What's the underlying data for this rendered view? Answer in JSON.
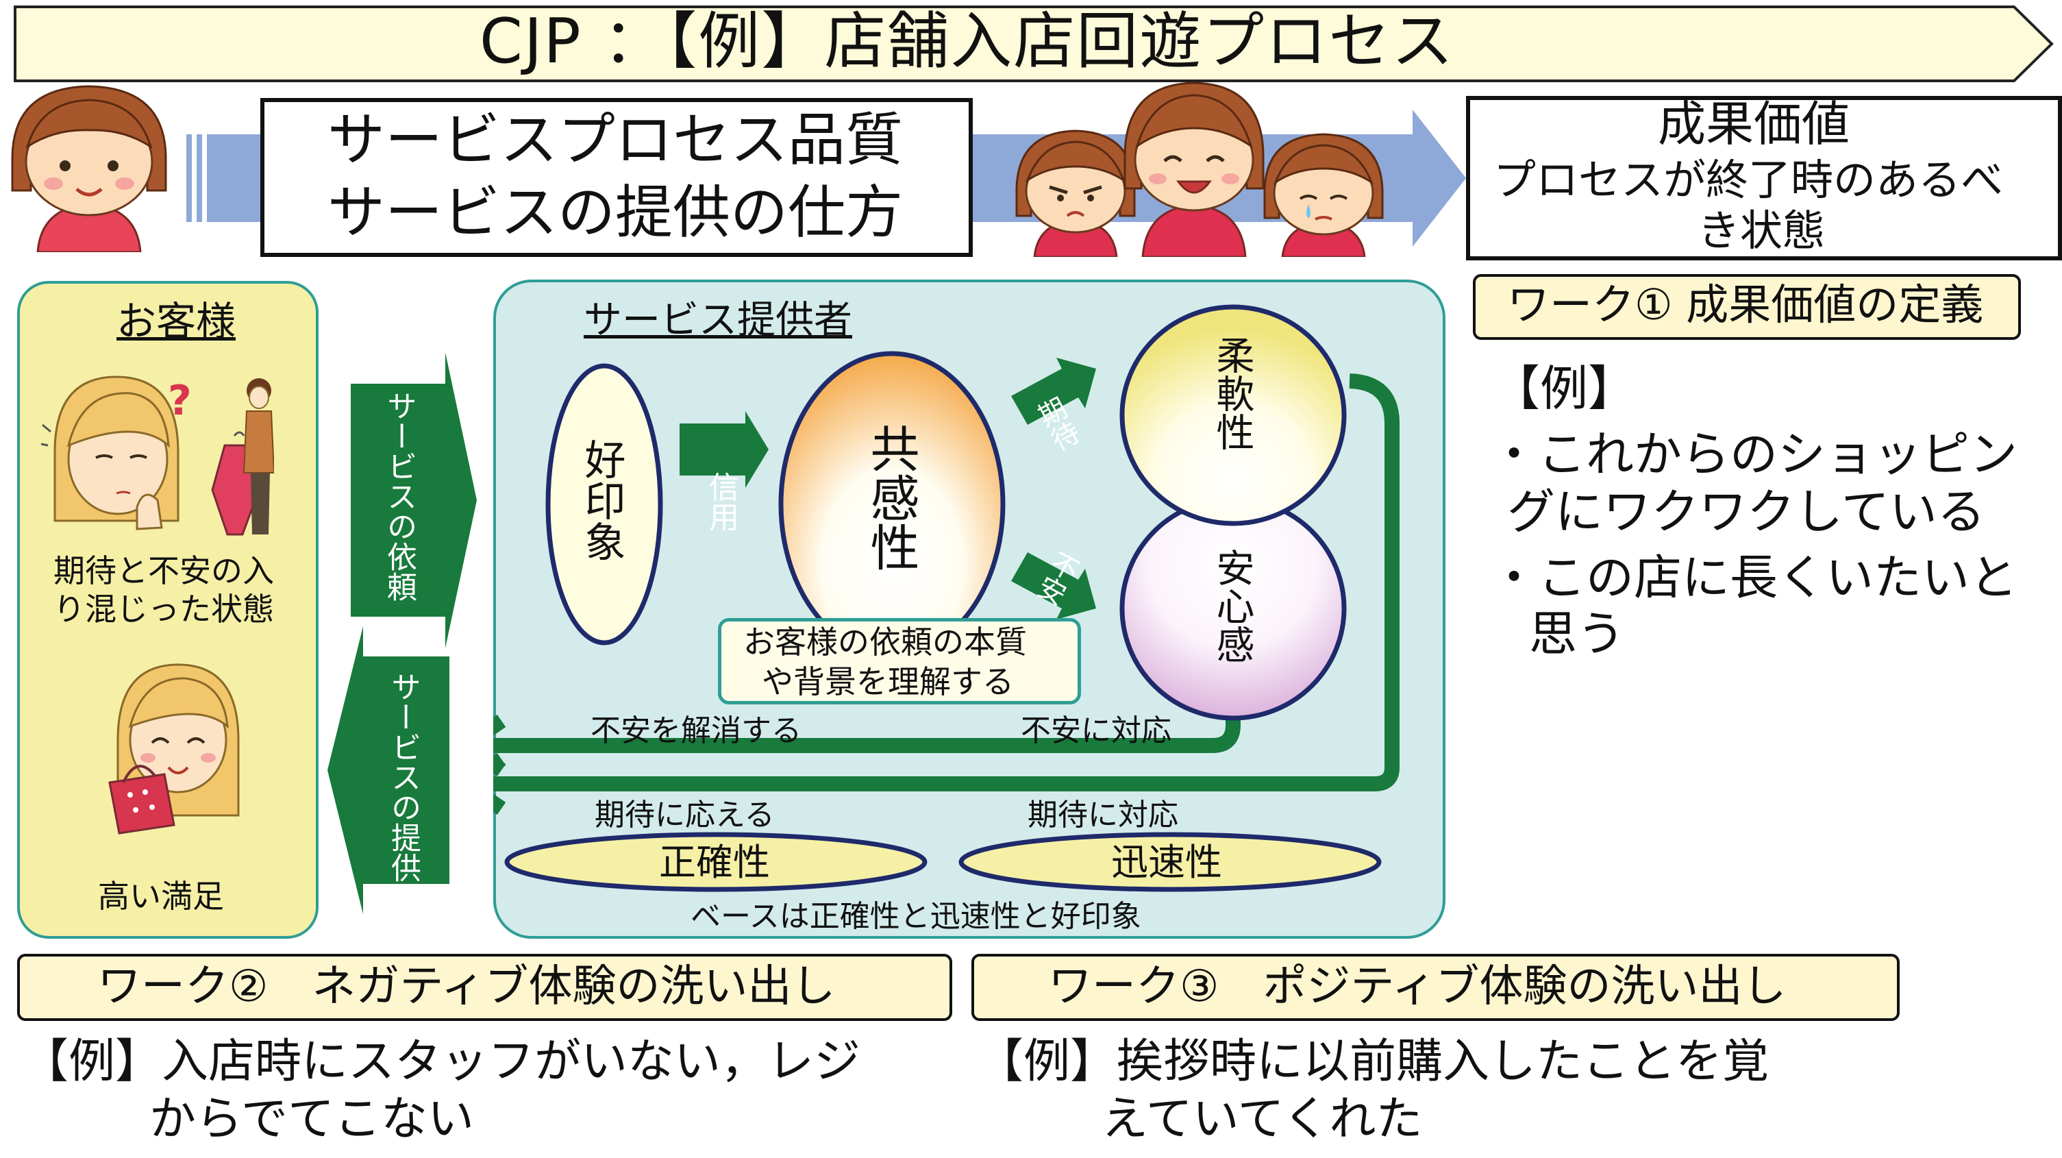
{
  "title": "CJP ：【例】店舗入店回遊プロセス",
  "process_box": {
    "line1": "サービスプロセス品質",
    "line2": "サービスの提供の仕方"
  },
  "outcome_box": {
    "heading": "成果価値",
    "line1": "プロセスが終了時のあるべ",
    "line2": "き状態"
  },
  "work1": {
    "label": "ワーク① 成果価値の定義",
    "example_tag": "【例】",
    "bullet1_line1": "・これからのショッピン",
    "bullet1_line2": "グにワクワクしている",
    "bullet2_line1": "・この店に長くいたいと",
    "bullet2_line2": "思う"
  },
  "customer_panel": {
    "heading": "お客様",
    "state_line1": "期待と不安の入",
    "state_line2": "り混じった状態",
    "question_mark": "?",
    "satisfied": "高い満足"
  },
  "arrows": {
    "request": "サービスの依頼",
    "delivery": "サービスの提供"
  },
  "provider_panel": {
    "heading": "サービス提供者",
    "good_impression": "好印象",
    "trust": "信用",
    "empathy": "共感性",
    "expectation": "期待",
    "anxiety": "不安",
    "flexibility": "柔軟性",
    "reassurance": "安心感",
    "understanding_line1": "お客様の依頼の本質",
    "understanding_line2": "や背景を理解する",
    "resolve_anxiety": "不安を解消する",
    "handle_anxiety": "不安に対応",
    "meet_expectation": "期待に応える",
    "handle_expectation": "期待に対応",
    "accuracy": "正確性",
    "speed": "迅速性",
    "base_note": "ベースは正確性と迅速性と好印象"
  },
  "work2": {
    "label": "ワーク②　ネガティブ体験の洗い出し",
    "example_line1": "【例】入店時にスタッフがいない，レジ",
    "example_line2": "からでてこない"
  },
  "work3": {
    "label": "ワーク③　ポジティブ体験の洗い出し",
    "example_line1": "【例】挨拶時に以前購入したことを覚",
    "example_line2": "えていてくれた"
  },
  "colors": {
    "title_fill": "#fdfbd9",
    "work_label_fill": "#fdf6cf",
    "customer_panel_fill": "#f5f0a6",
    "customer_panel_border": "#2f9e95",
    "provider_panel_fill": "#d4ebeb",
    "provider_panel_border": "#2f9e95",
    "green_arrow": "#187a3c",
    "blue_band": "#8ea9d8",
    "ellipse_border": "#1f2a6b"
  }
}
